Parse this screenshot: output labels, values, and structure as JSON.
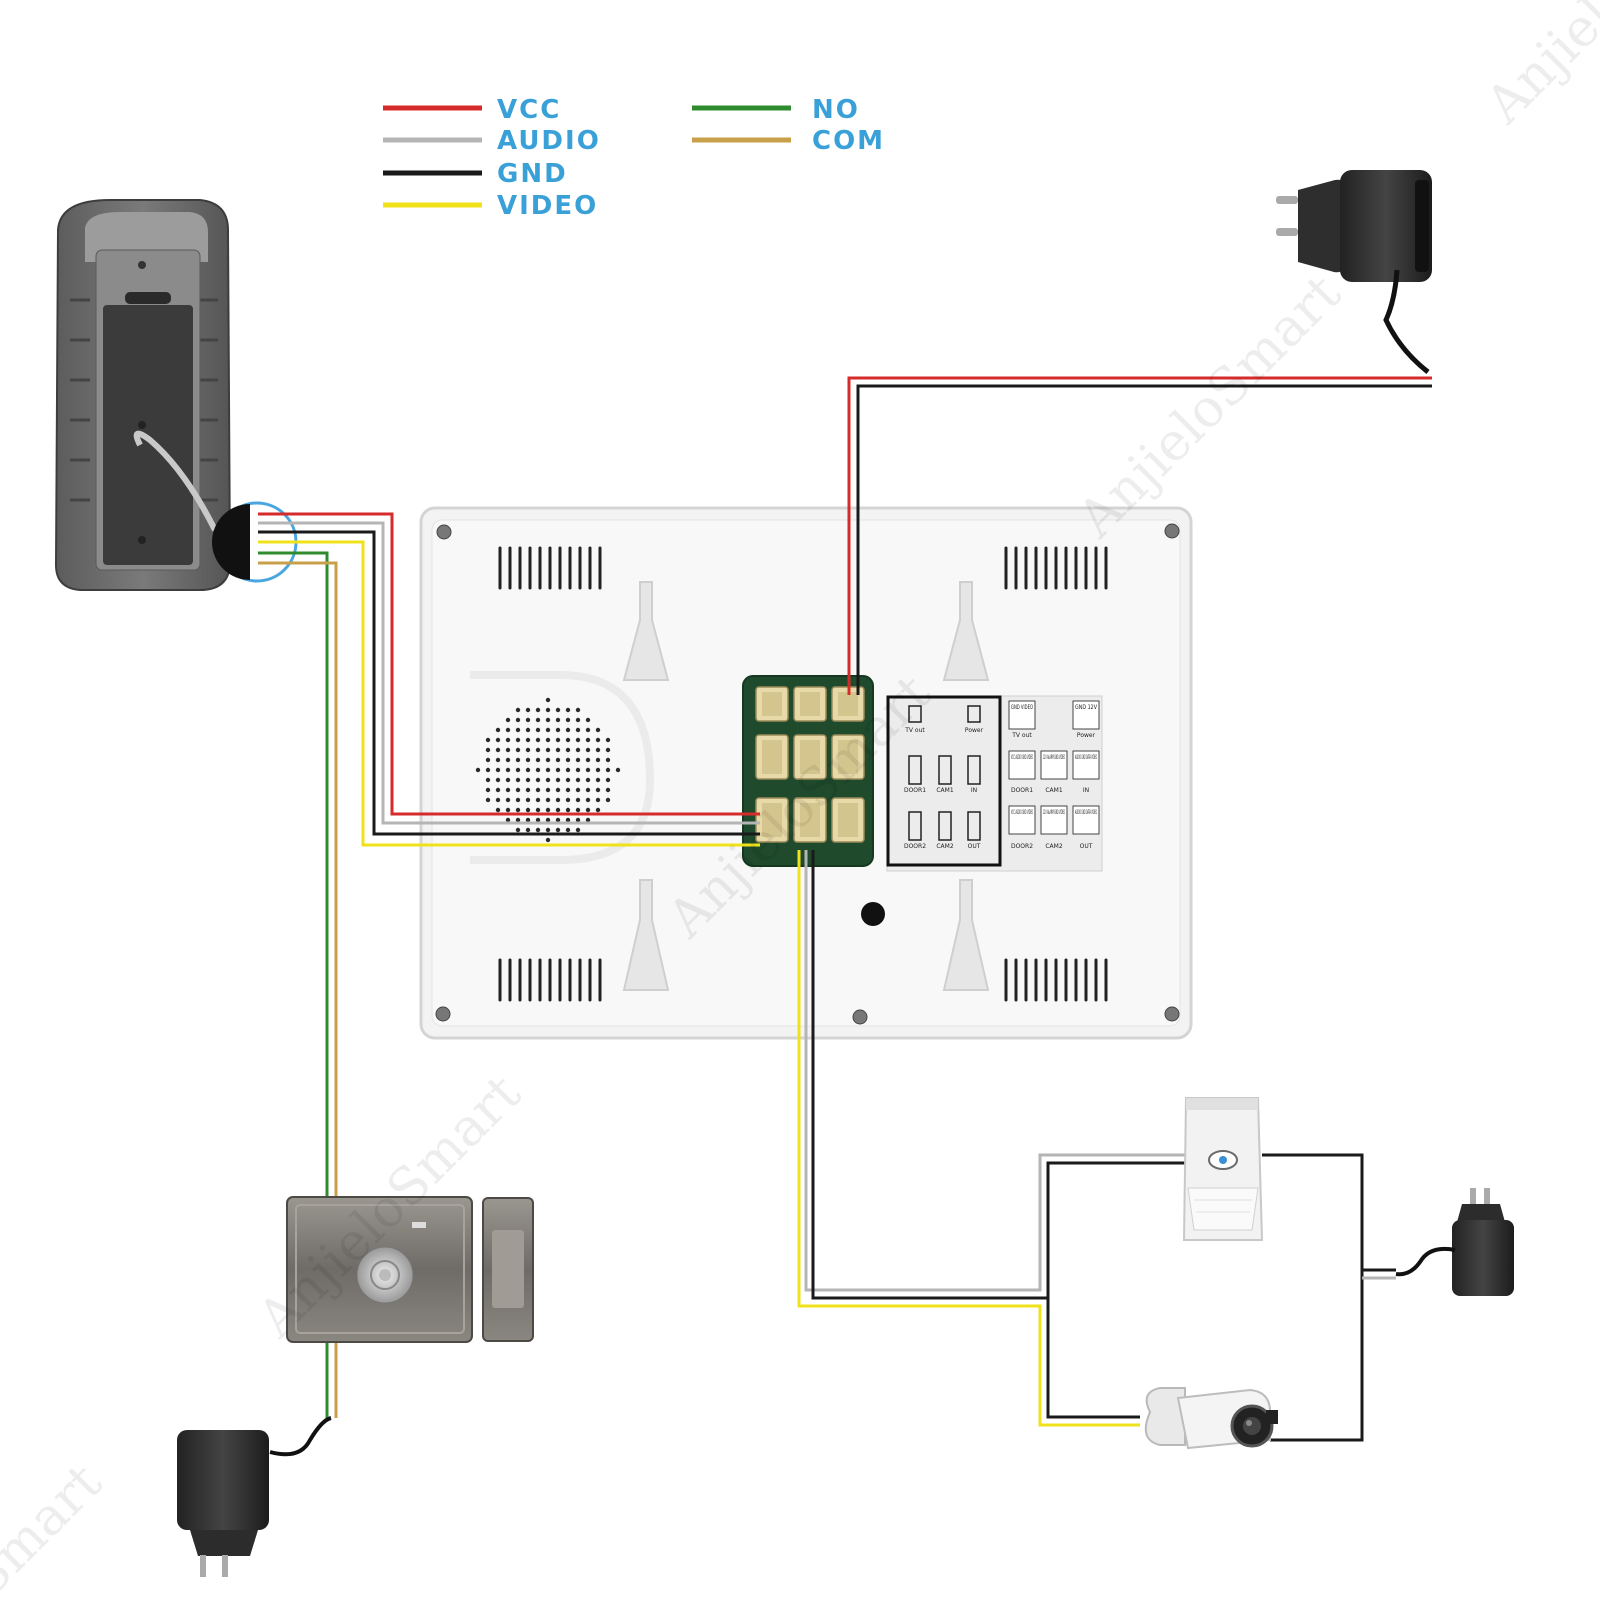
{
  "legend": {
    "text_color": "#3aa0d8",
    "items": [
      {
        "id": "vcc",
        "label": "VCC",
        "color": "#d62b2b"
      },
      {
        "id": "audio",
        "label": "AUDIO",
        "color": "#b5b5b5"
      },
      {
        "id": "gnd",
        "label": "GND",
        "color": "#1a1a1a"
      },
      {
        "id": "video",
        "label": "VIDEO",
        "color": "#f0e21a"
      },
      {
        "id": "no",
        "label": "NO",
        "color": "#2e8b2e"
      },
      {
        "id": "com",
        "label": "COM",
        "color": "#c8a04a"
      }
    ]
  },
  "panel_labels": {
    "r1": [
      "TV out",
      "Power"
    ],
    "r2": [
      "DOOR1",
      "CAM1",
      "IN"
    ],
    "r3": [
      "DOOR2",
      "CAM2",
      "OUT"
    ],
    "g1": [
      "GND VIDEO",
      "GND 12V"
    ],
    "g1_caption": [
      "TV out",
      "Power"
    ],
    "g2": [
      "VCC AUDIO GND VIDEO",
      "12V ALARM GND VIDEO",
      "AUDIO GND DATA VIDEO"
    ],
    "g3": [
      "VCC AUDIO GND VIDEO",
      "12V ALARM GND VIDEO",
      "AUDIO GND DATA VIDEO"
    ],
    "g2_caption": [
      "DOOR1",
      "CAM1",
      "IN"
    ],
    "g3_caption": [
      "DOOR2",
      "CAM2",
      "OUT"
    ]
  },
  "watermark": {
    "lines": [
      "Anjielo",
      "AnjieloSmart",
      "AnjieloSmart",
      "AnjieloSmart",
      "Smart"
    ]
  }
}
